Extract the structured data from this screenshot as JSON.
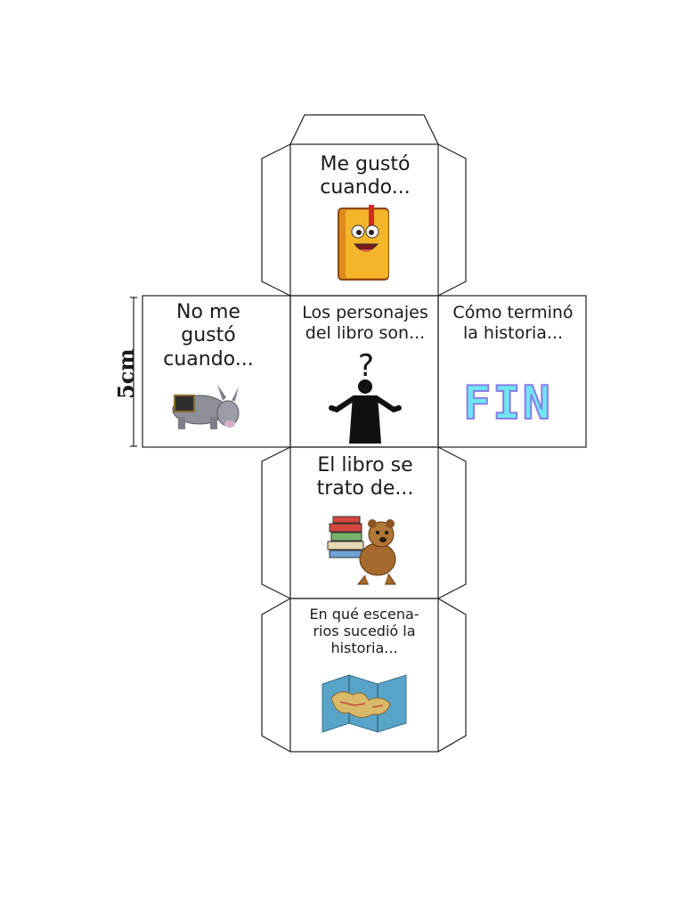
{
  "dimension_label": "5cm",
  "faces": {
    "top": {
      "text": "Me gustó cuando...",
      "icon": "book-character-icon"
    },
    "left": {
      "text": "No me gustó cuando...",
      "icon": "donkey-icon"
    },
    "center": {
      "text": "Los personajes del libro son...",
      "icon": "question-person-icon"
    },
    "right": {
      "text": "Cómo terminó la historia...",
      "icon": "fin-icon",
      "fin_word": "FIN"
    },
    "lower": {
      "text": "El libro se trato de...",
      "icon": "bear-books-icon"
    },
    "bottom": {
      "text": "En qué escena-rios sucedió la historia...",
      "icon": "map-icon"
    }
  }
}
